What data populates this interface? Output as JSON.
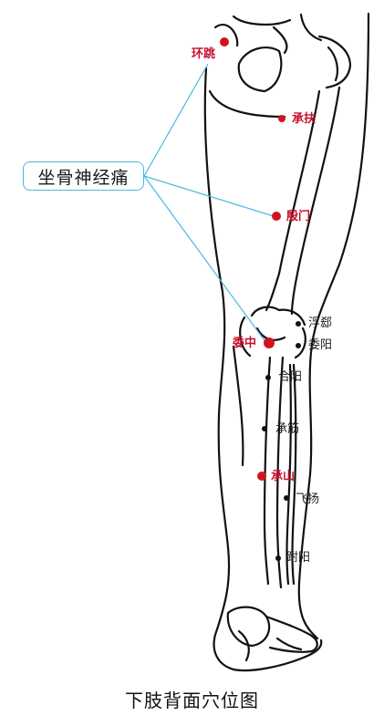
{
  "callout": "坐骨神经痛",
  "caption": "下肢背面穴位图",
  "colors": {
    "highlight": "#d0141e",
    "connector": "#49b8e0",
    "line": "#111111"
  },
  "points_highlighted": [
    "环跳",
    "承扶",
    "殷门",
    "委中",
    "承山"
  ],
  "points_other": [
    "浮郄",
    "委阳",
    "合阳",
    "承筋",
    "飞扬",
    "跗阳"
  ]
}
